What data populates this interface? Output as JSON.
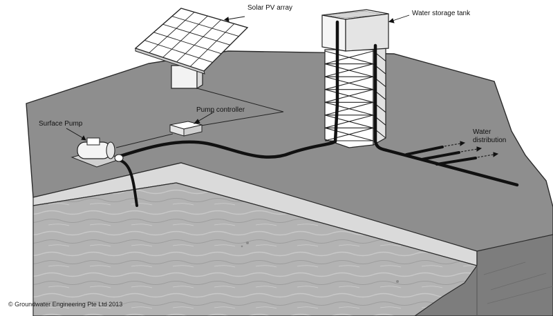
{
  "labels": {
    "solar_pv_array": "Solar PV array",
    "water_storage_tank": "Water storage tank",
    "pump_controller": "Pump controller",
    "surface_pump": "Surface Pump",
    "water_distribution_line1": "Water",
    "water_distribution_line2": "distribution"
  },
  "copyright": "© Groundwater Engineering Pte Ltd 2013",
  "colors": {
    "ground": "#8d8d8d",
    "pool_edge": "#d9d9d9",
    "water": "#b4b4b4",
    "pipe": "#111111"
  }
}
